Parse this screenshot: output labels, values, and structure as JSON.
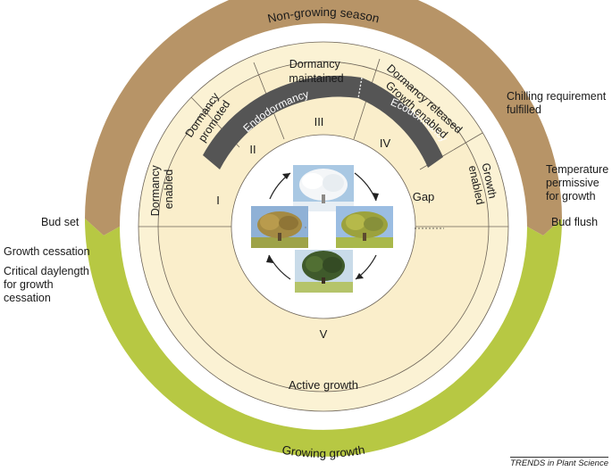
{
  "outer_ring": {
    "top_label": "Non-growing season",
    "bottom_label": "Growing growth",
    "top_color": "#b79467",
    "bottom_color": "#b7c843"
  },
  "middle_ring": {
    "fill_color": "#fbf2d4",
    "bottom_label": "Active growth",
    "sectors": {
      "dormancy_enabled": "Dormancy\nenabled",
      "dormancy_promoted": "Dormancy\npromoted",
      "dormancy_maintained": "Dormancy\nmaintained",
      "dormancy_released": "Dormancy released\nGrowth enabled",
      "growth_enabled": "Growth\nenabled"
    }
  },
  "dormancy_band": {
    "color": "#555555",
    "endodormancy": "Endodormancy",
    "ecodormancy": "Ecodormancy"
  },
  "inner_ring": {
    "fill_color": "#faeecb",
    "phases": {
      "I": "I",
      "II": "II",
      "III": "III",
      "IV": "IV",
      "V": "V",
      "gap": "Gap"
    }
  },
  "side_labels": {
    "bud_set": "Bud set",
    "growth_cessation": "Growth cessation",
    "critical_daylength": "Critical daylength\nfor growth\ncessation",
    "chilling": "Chilling requirement\nfulfilled",
    "temperature": "Temperature\npermissive\nfor growth",
    "bud_flush": "Bud flush"
  },
  "tree_images": [
    "frost-tree-icon",
    "autumn-tree-icon",
    "spring-tree-icon",
    "summer-tree-icon"
  ],
  "credit": "TRENDS in Plant Science"
}
